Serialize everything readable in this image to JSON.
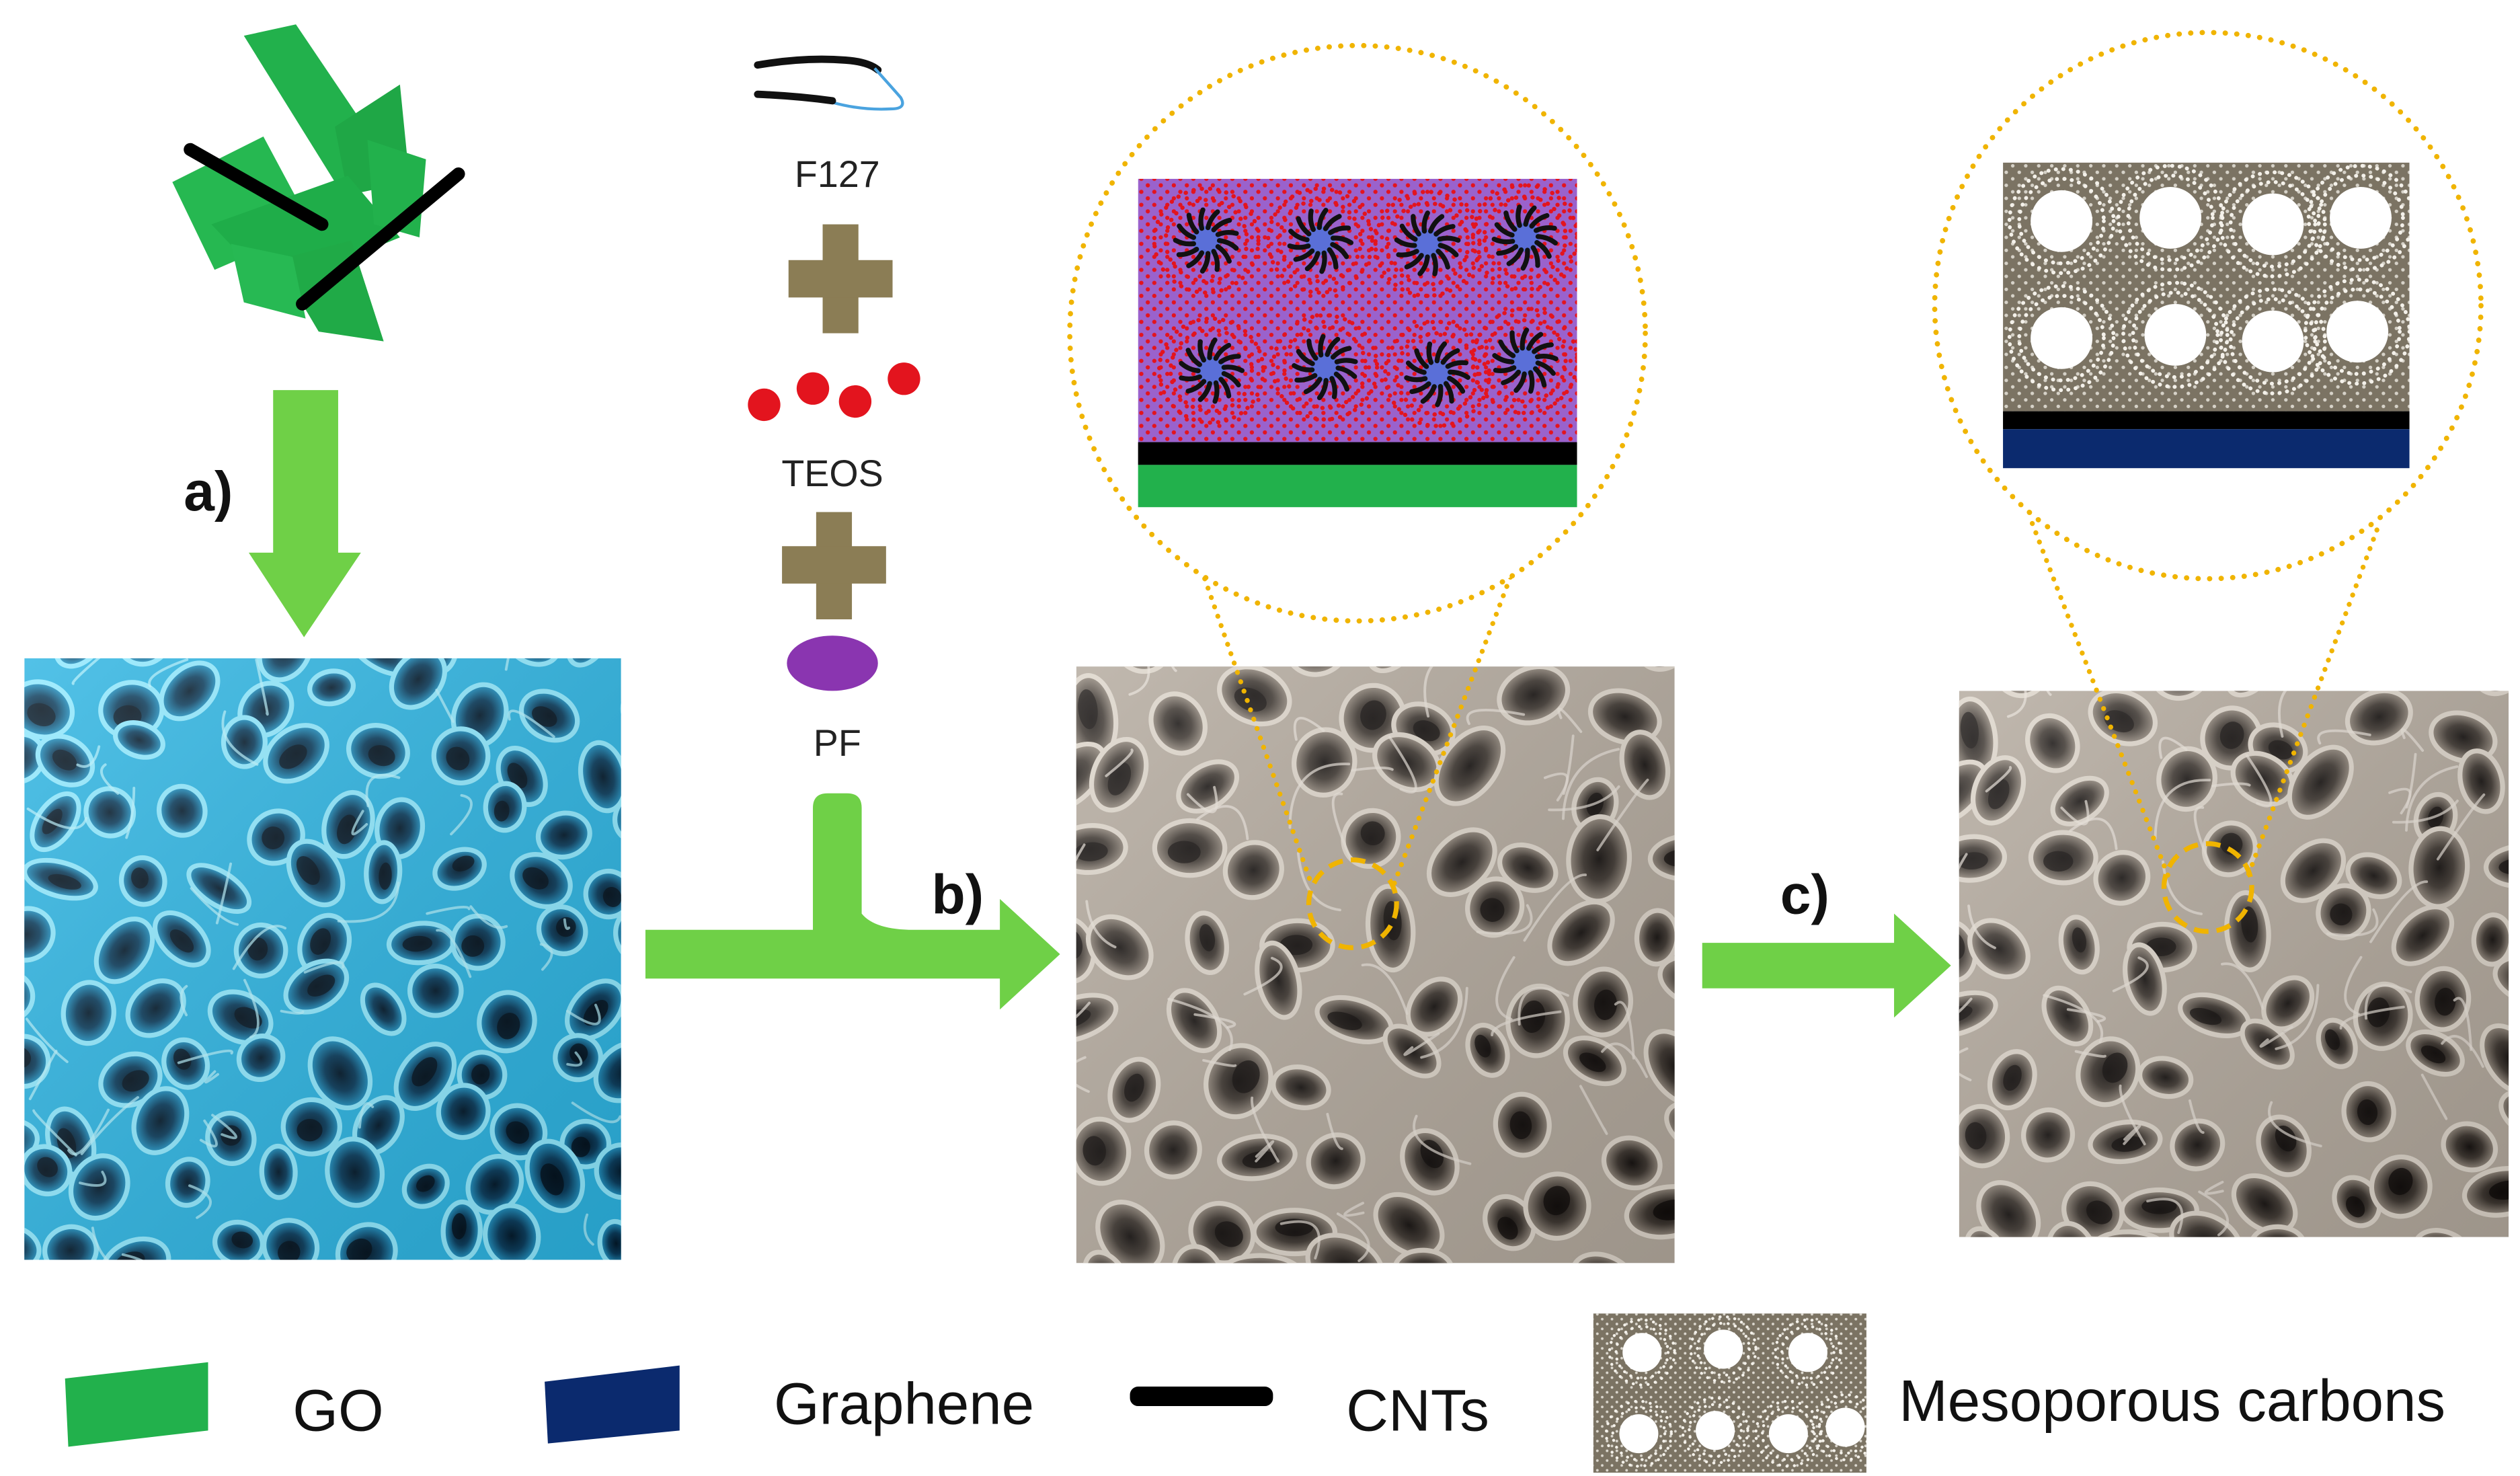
{
  "steps": {
    "a": "a)",
    "b": "b)",
    "c": "c)"
  },
  "reagents": {
    "f127": "F127",
    "teos": "TEOS",
    "pf": "PF"
  },
  "legend": [
    {
      "label": "GO",
      "color": "#22b14c"
    },
    {
      "label": "Graphene",
      "color": "#0b2a6e"
    },
    {
      "label": "CNTs",
      "color": "#000000"
    },
    {
      "label": "Mesoporous carbons",
      "color": "#7b7363"
    }
  ],
  "colors": {
    "arrow": "#6fd047",
    "go": "#22b14c",
    "cnt": "#000000",
    "graphene": "#0b2a6e",
    "teos": "#e3141e",
    "pf": "#8a35b0",
    "plus": "#8b7d55",
    "zoom_outline": "#f0b400",
    "foam_blue": "#2cb4e2",
    "foam_gray": "#b3a99d",
    "micelle_matrix": "#9a62cc",
    "mesoporous_matrix": "#7b7363"
  }
}
